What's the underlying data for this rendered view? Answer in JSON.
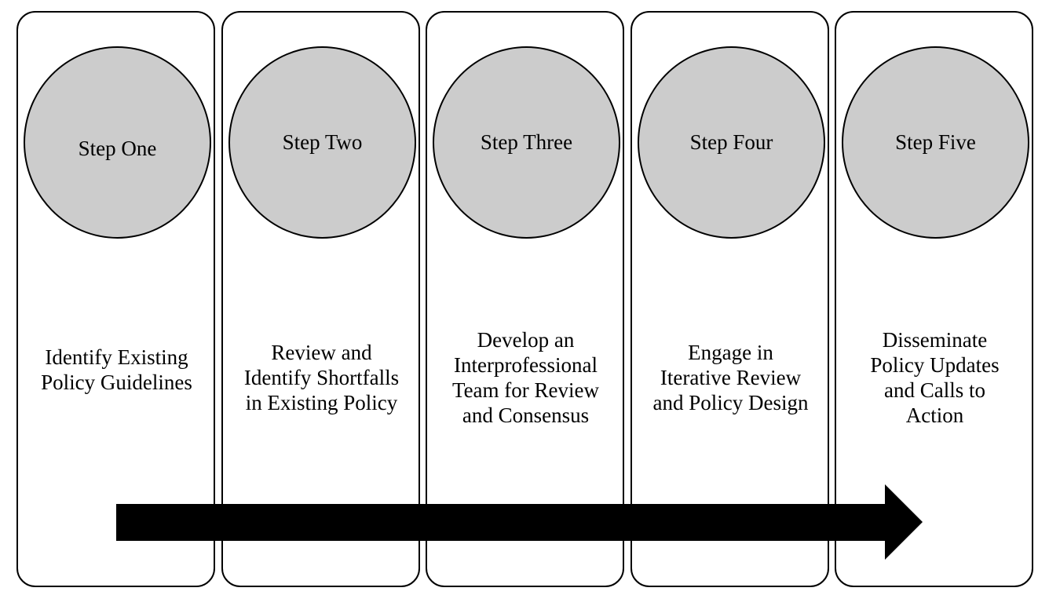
{
  "steps": [
    {
      "label": "Step One",
      "description": "Identify Existing\nPolicy Guidelines"
    },
    {
      "label": "Step Two",
      "description": "Review and\nIdentify Shortfalls\nin Existing Policy"
    },
    {
      "label": "Step Three",
      "description": "Develop an\nInterprofessional\nTeam for Review\nand Consensus"
    },
    {
      "label": "Step Four",
      "description": "Engage in\nIterative Review\nand Policy Design"
    },
    {
      "label": "Step Five",
      "description": "Disseminate\nPolicy Updates\nand Calls to\nAction"
    }
  ],
  "colors": {
    "circle_fill": "#cccccc",
    "outline": "#000000",
    "arrow": "#000000"
  },
  "arrow": {
    "direction": "right"
  }
}
